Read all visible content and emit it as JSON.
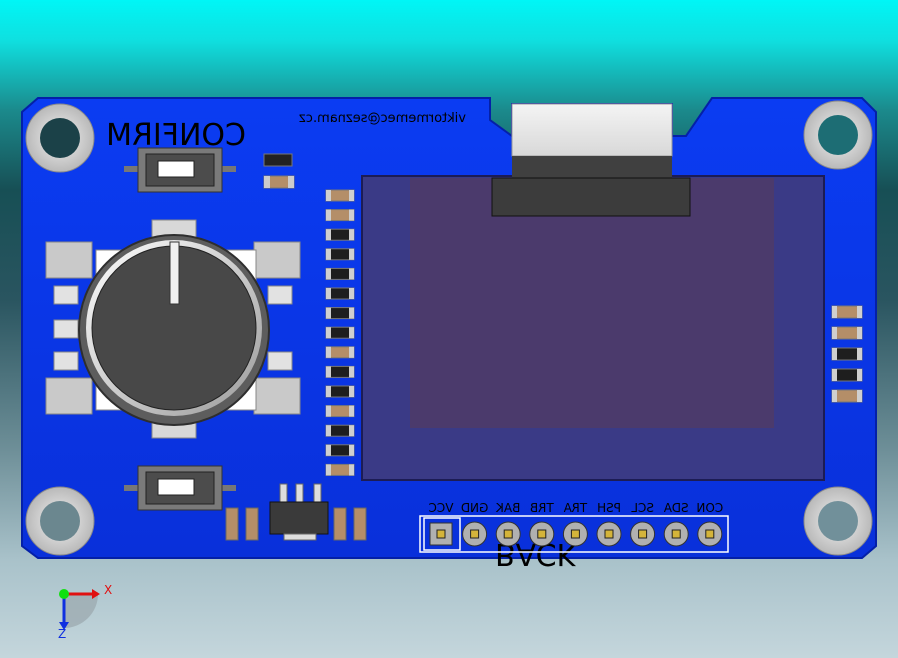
{
  "board": {
    "top_label": "CONFIRM",
    "bottom_label": "BACK",
    "email": "viktormemec@seznam.cz",
    "header_pins": [
      "VCC",
      "GND",
      "BAK",
      "TRB",
      "TRA",
      "PSH",
      "SCL",
      "SDA",
      "CON"
    ]
  },
  "triad": {
    "x_label": "X",
    "z_label": "Z"
  },
  "colors": {
    "background_top": "#00f6f6",
    "pcb": "#0a35e8",
    "pcb_edge": "#0522b8",
    "display_glass": "#3b3a86",
    "display_active": "#4a3a6e",
    "knob": "#4a4a4a"
  },
  "icons": [
    "axis-triad-icon"
  ]
}
